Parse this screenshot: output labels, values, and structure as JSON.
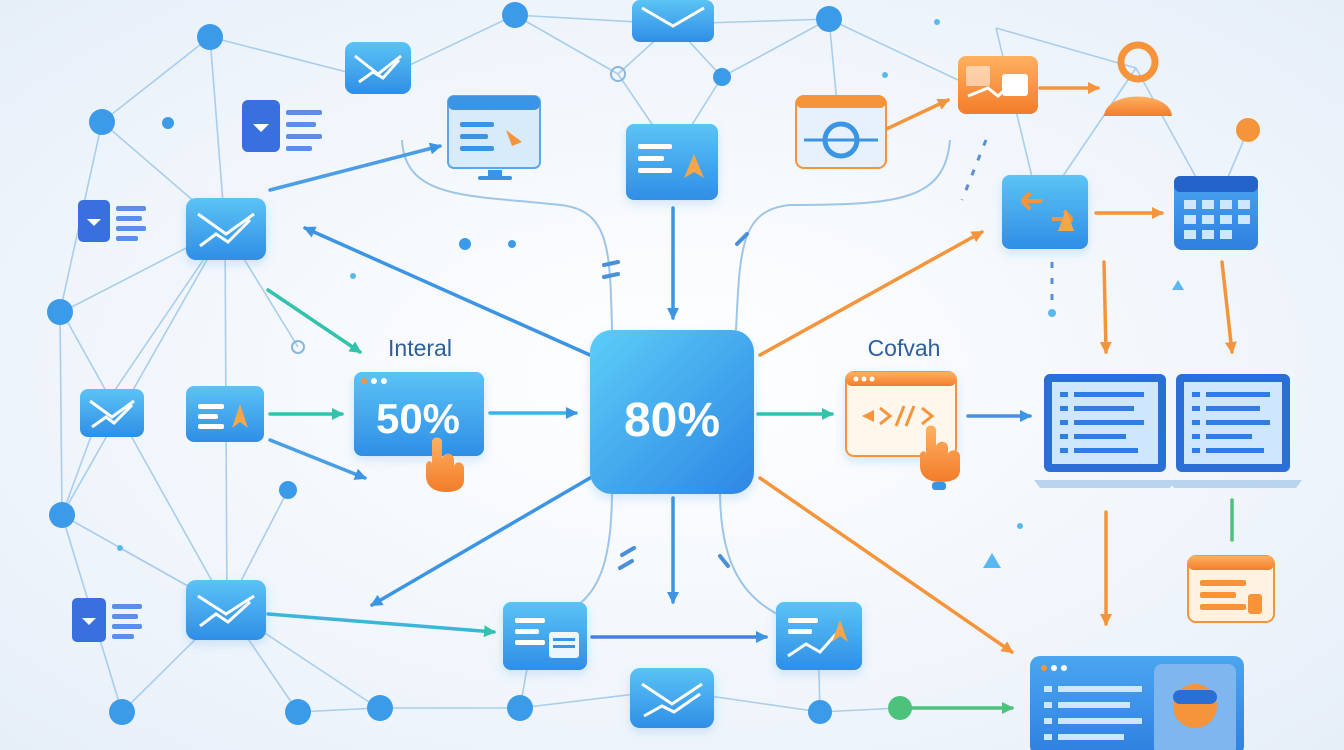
{
  "labels": {
    "left_caption": "Interal",
    "right_caption": "Cofvah",
    "hub_value": "80%",
    "left_value": "50%"
  },
  "colors": {
    "blue": "#3b9be8",
    "light_blue": "#5ab8f0",
    "teal": "#37c7b0",
    "orange": "#f5943a",
    "green": "#4cc27a",
    "line": "#9cc6ea"
  },
  "icons": {
    "email": "email-chart-icon",
    "document": "document-icon",
    "list": "checklist-icon",
    "laptop": "laptop-icon",
    "user": "user-icon",
    "calendar": "calendar-icon",
    "hand": "hand-pointer-icon",
    "code": "code-window-icon",
    "monitor": "monitor-icon"
  }
}
